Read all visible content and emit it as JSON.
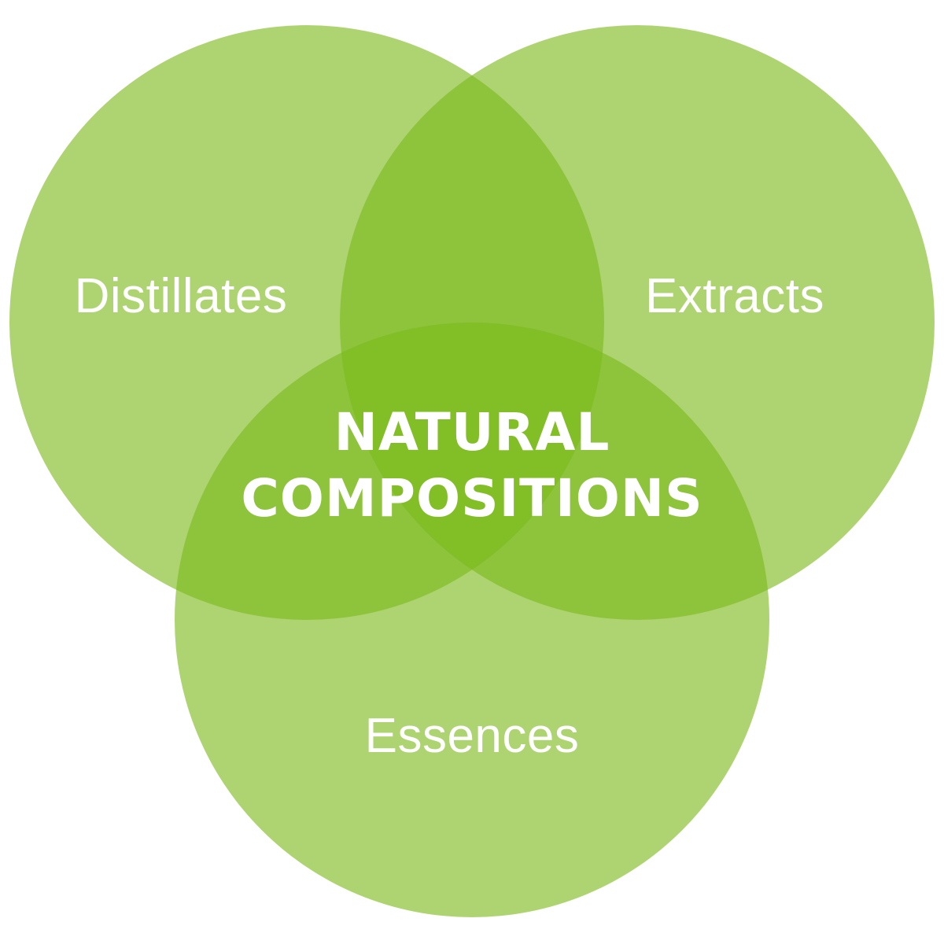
{
  "diagram": {
    "type": "venn",
    "sets": [
      {
        "id": "distillates",
        "label": "Distillates"
      },
      {
        "id": "extracts",
        "label": "Extracts"
      },
      {
        "id": "essences",
        "label": "Essences"
      }
    ],
    "intersection": {
      "label_line_1": "NATURAL",
      "label_line_2": "COMPOSITIONS"
    }
  },
  "colors": {
    "circle_fill": "#7ab91a",
    "text": "#ffffff",
    "background": "#ffffff"
  }
}
